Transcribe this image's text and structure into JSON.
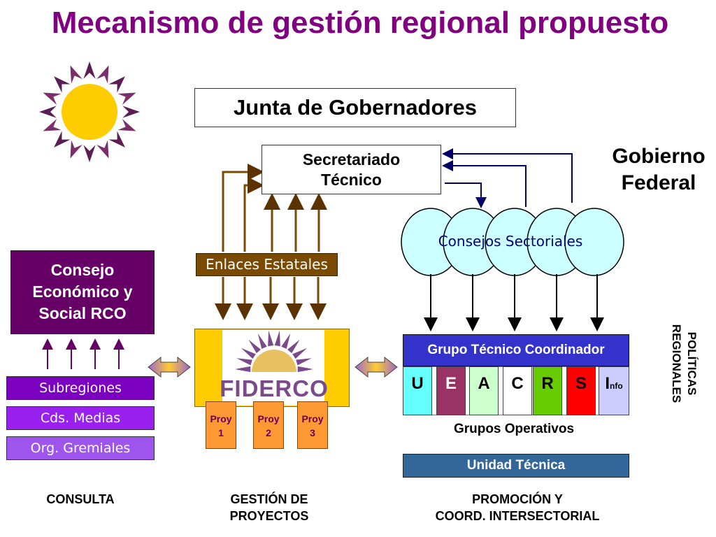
{
  "title": "Mecanismo de gestión regional propuesto",
  "junta": "Junta de Gobernadores",
  "secretariado": [
    "Secretariado",
    "Técnico"
  ],
  "gobierno_federal": [
    "Gobierno",
    "Federal"
  ],
  "enlaces": "Enlaces Estatales",
  "consejo_economico": [
    "Consejo",
    "Económico y",
    "Social RCO"
  ],
  "consulta_items": [
    "Subregiones",
    "Cds. Medias",
    "Org. Gremiales"
  ],
  "fiderco": "FIDERCO",
  "proyectos": [
    {
      "line1": "Proy",
      "line2": "1"
    },
    {
      "line1": "Proy",
      "line2": "2"
    },
    {
      "line1": "Proy",
      "line2": "3"
    }
  ],
  "consejos_sectoriales": "Consejos Sectoriales",
  "grupo_tecnico": "Grupo Técnico Coordinador",
  "grupos_letters": [
    {
      "letter": "U",
      "color": "#66ffff",
      "text": "#000000"
    },
    {
      "letter": "E",
      "color": "#993366",
      "text": "#ffffff"
    },
    {
      "letter": "A",
      "color": "#ccffcc",
      "text": "#000000"
    },
    {
      "letter": "C",
      "color": "#ffffff",
      "text": "#000000"
    },
    {
      "letter": "R",
      "color": "#66cc00",
      "text": "#000000"
    },
    {
      "letter": "S",
      "color": "#ff0000",
      "text": "#000000"
    }
  ],
  "info_letter": "I",
  "info_suffix": "nfo",
  "info_color": "#ccccff",
  "grupos_operativos": "Grupos Operativos",
  "unidad_tecnica": "Unidad Técnica",
  "politicas": [
    "POLÍTICAS",
    "REGIONALES"
  ],
  "footer": {
    "consulta": "CONSULTA",
    "gestion": [
      "GESTIÓN DE",
      "PROYECTOS"
    ],
    "promocion": [
      "PROMOCIÓN Y",
      "COORD. INTERSECTORIAL"
    ]
  },
  "colors": {
    "title": "#800080",
    "consejo_economico": "#660066",
    "enlaces": "#7a4a00",
    "cloud": "#ccffff",
    "grupo_tecnico": "#3333cc",
    "unidad_tecnica": "#336699",
    "fiderco_frame": "#ffcc00",
    "proyecto": "#ff9933"
  }
}
